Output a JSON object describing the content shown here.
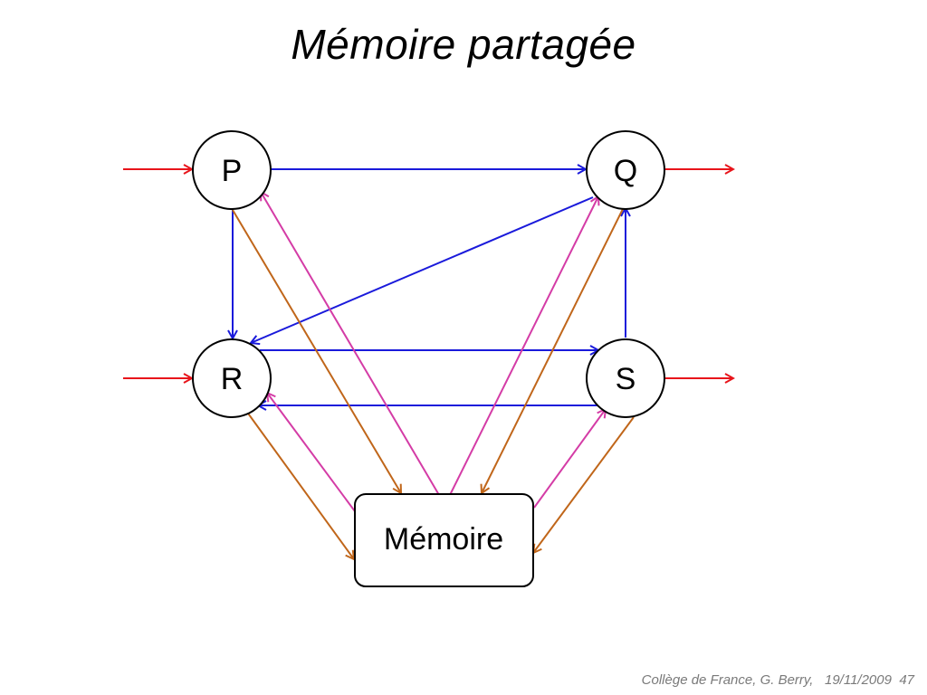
{
  "slide": {
    "title": "Mémoire partagée"
  },
  "nodes": {
    "p": "P",
    "q": "Q",
    "r": "R",
    "s": "S"
  },
  "memory": {
    "label": "Mémoire"
  },
  "footer": {
    "source": "Collège de France, G. Berry,",
    "date": "19/11/2009",
    "page": "47"
  },
  "colors": {
    "input_output": "#e8141b",
    "process_link": "#1a1adb",
    "memory_read": "#d43ca6",
    "memory_write": "#c0661a",
    "node_stroke": "#000000"
  }
}
